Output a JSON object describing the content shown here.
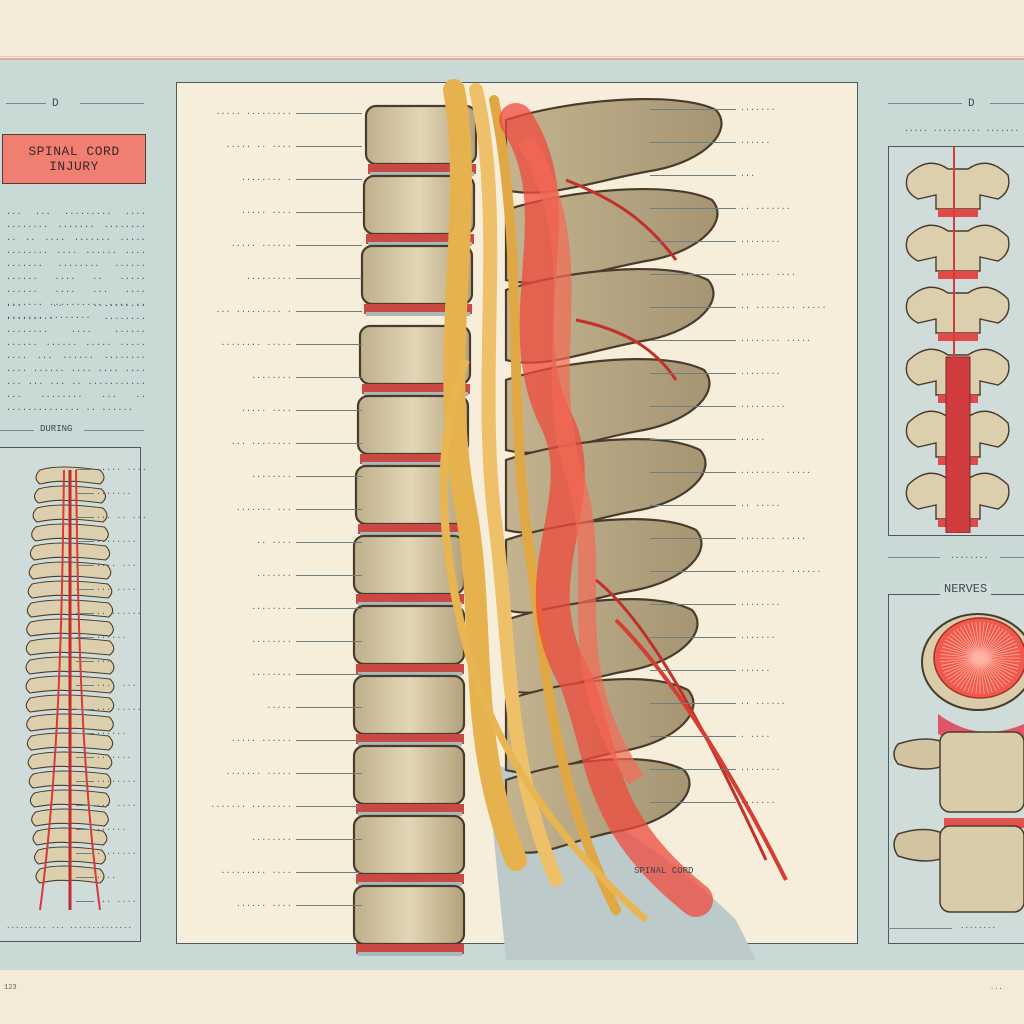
{
  "header": {
    "left_tag": "D",
    "title_line1": "SPINAL CORD",
    "title_line2": "INJURY",
    "right_tag": "D"
  },
  "left_text": {
    "para1": "... ... ......... .... ........ ....... ........ .. .. .... ....... ..... ........ .... ...... .... ....... ........ ...... ...... .... .. ..... ...... .... ... .... ....... .......... .... .. ....... ........",
    "para2": "... .. .......... ......... ........ ........ .... ...... ...... ...... ..... ..... .... ... ...... ........ .... ...... .... .... .... ... ... ... .. ........... ... ........ ... .. .............. .. ......"
  },
  "left_inset": {
    "title": "DURING",
    "footer": "......... ... ..............",
    "labels": [
      "..... ....",
      ".......",
      "... .. ...",
      "........",
      ".... ...",
      "... ....",
      ".. ......",
      "......",
      "...",
      ".... ...",
      "... .....",
      "......",
      ".. ....",
      "........",
      "... ....",
      "......",
      ". ......",
      "....",
      "... ...."
    ]
  },
  "center": {
    "left_labels": [
      "..... .........",
      "..... .. ....",
      "........ .",
      "..... ....",
      "..... ......",
      ".........",
      "... ......... .",
      "........ .....",
      "........",
      "..... ....",
      "... ........",
      "........",
      "....... ...",
      ".. ....",
      ".......",
      "........",
      "........",
      "........",
      ".....",
      "..... ......",
      "....... .....",
      "....... ........",
      "........",
      "......... ....",
      "...... ...."
    ],
    "right_labels": [
      ".......",
      "......",
      "...",
      ".. .......",
      "........",
      "...... ....",
      ".. ........ .....",
      "........ .....",
      "........",
      ".........",
      ".....",
      "........ .....",
      ".. .....",
      "....... .....",
      "......... ......",
      "........",
      ".......",
      "......",
      ".. ......",
      ". ....",
      "........",
      "......."
    ],
    "spinal_tag": "SPINAL CORD"
  },
  "right_top": {
    "header": "..... .......... .......",
    "footer": "........"
  },
  "right_bottom": {
    "header": "NERVES",
    "footer": "........"
  },
  "footer": {
    "left_code": "123",
    "right_code": "..."
  },
  "colors": {
    "paper": "#f4ead8",
    "sheet": "#c9d9d6",
    "title_box": "#f07f72",
    "bone": "#d7cbaa",
    "nerve": "#e8b553",
    "inflammation": "#ef4a3c"
  }
}
